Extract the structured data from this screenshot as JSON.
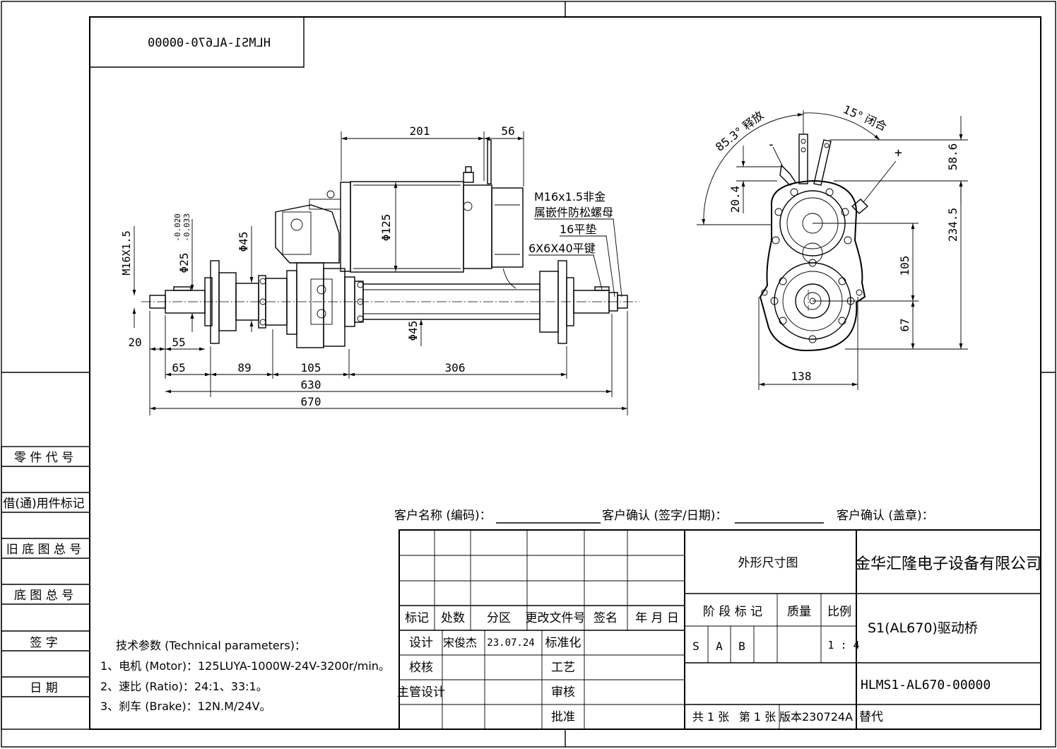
{
  "drawing_number_mirrored": "HLMS1-AL670-00000",
  "left_column": {
    "part_code": "零 件 代 号",
    "borrowed_mark": "借(通)用件标记",
    "old_drawing_no": "旧 底 图 总 号",
    "base_drawing_no": "底 图 总 号",
    "signature": "签   字",
    "date": "日   期"
  },
  "front_view": {
    "dims": {
      "d201": "201",
      "d56": "56",
      "d125": "Φ125",
      "d45a": "Φ45",
      "d45b": "Φ45",
      "d25": "Φ25",
      "tol_upper": "-0.020",
      "tol_lower": "-0.033",
      "m16": "M16X1.5",
      "d20": "20",
      "d55": "55",
      "d65": "65",
      "d89": "89",
      "d105": "105",
      "d306": "306",
      "d630": "630",
      "d670": "670"
    },
    "callouts": {
      "nut_line1": "M16x1.5非金",
      "nut_line2": "属嵌件防松螺母",
      "washer": "16平垫",
      "key": "6X6X40平键"
    }
  },
  "side_view": {
    "angle_release": "85.3° 释放",
    "angle_close": "15° 闭合",
    "minus": "-",
    "plus": "+",
    "d58_6": "58.6",
    "d20_4": "20.4",
    "d234_5": "234.5",
    "d105": "105",
    "d67": "67",
    "d138": "138"
  },
  "tech": {
    "title": "技术参数 (Technical parameters)：",
    "line1": "1、电机 (Motor)：125LUYA-1000W-24V-3200r/min。",
    "line2": "2、速比 (Ratio)：24:1、33:1。",
    "line3": "3、刹车 (Brake)：12N.M/24V。"
  },
  "customer": {
    "name": "客户名称 (编码)：",
    "confirm_sign": "客户确认 (签字/日期)：",
    "confirm_stamp": "客户确认 (盖章)："
  },
  "title_block": {
    "h_mark": "标记",
    "h_count": "处数",
    "h_zone": "分区",
    "h_docno": "更改文件号",
    "h_sign": "签名",
    "h_date": "年 月 日",
    "design": "设计",
    "designer": "宋俊杰",
    "design_date": "23.07.24",
    "standard": "标准化",
    "check": "校核",
    "process": "工艺",
    "chief": "主管设计",
    "review": "审核",
    "approve": "批准",
    "drawing_type": "外形尺寸图",
    "stage_mark": "阶 段 标 记",
    "weight": "质量",
    "scale_label": "比例",
    "stage_s": "S",
    "stage_a": "A",
    "stage_b": "B",
    "scale": "1 : 4",
    "sheet_total": "共 1 张",
    "sheet_no": "第 1 张",
    "version": "版本230724A",
    "replace": "替代",
    "company": "金华汇隆电子设备有限公司",
    "product": "S1(AL670)驱动桥",
    "drawing_no": "HLMS1-AL670-00000"
  }
}
